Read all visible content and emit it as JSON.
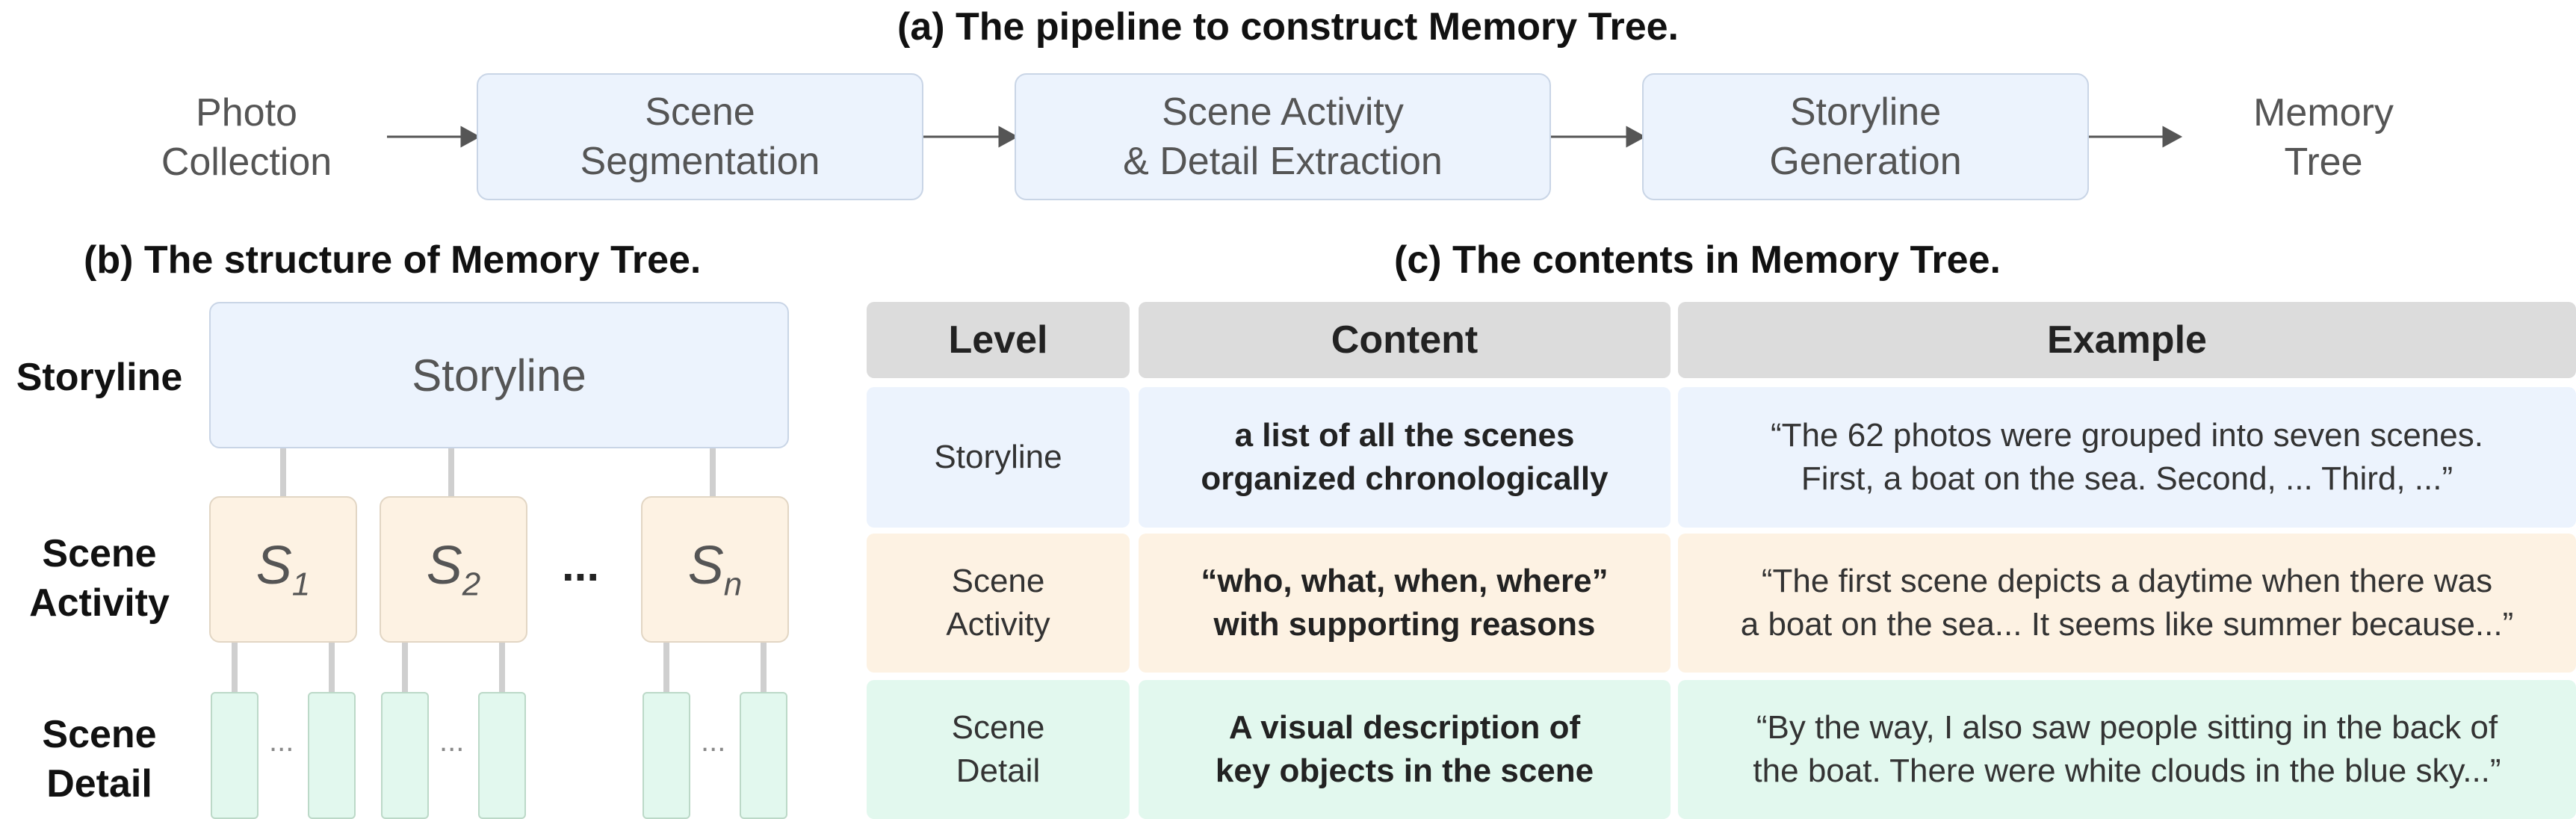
{
  "titles": {
    "a": "(a) The pipeline to construct Memory Tree.",
    "b": "(b) The structure of Memory Tree.",
    "c": "(c) The contents in Memory Tree."
  },
  "pipeline": {
    "start": "Photo\nCollection",
    "steps": [
      "Scene\nSegmentation",
      "Scene Activity\n& Detail Extraction",
      "Storyline\nGeneration"
    ],
    "end": "Memory\nTree"
  },
  "structure": {
    "row_labels": [
      "Storyline",
      "Scene\nActivity",
      "Scene\nDetail"
    ],
    "storyline_box": "Storyline",
    "scenes": [
      {
        "base": "S",
        "sub": "1"
      },
      {
        "base": "S",
        "sub": "2"
      },
      {
        "base": "S",
        "sub": "n"
      }
    ],
    "ellipsis": "...",
    "small_ellipsis": "..."
  },
  "table": {
    "headers": [
      "Level",
      "Content",
      "Example"
    ],
    "rows": [
      {
        "level": "Storyline",
        "content": "a list of all the scenes\norganized chronologically",
        "example": "“The 62 photos were grouped into seven scenes.\nFirst, a boat on the sea. Second, ... Third, ...”",
        "color": "#ecf3fd"
      },
      {
        "level": "Scene\nActivity",
        "content": "“who, what, when, where”\nwith supporting reasons",
        "example": "“The first scene depicts a daytime when there was\na boat on the sea... It seems like summer because...”",
        "color": "#fdf2e3"
      },
      {
        "level": "Scene\nDetail",
        "content": "A visual description of\nkey objects in the scene",
        "example": "“By the way, I also saw people sitting in the back of\nthe boat. There were white clouds in the blue sky...”",
        "color": "#e2f8ee"
      }
    ]
  },
  "colors": {
    "storyline": "#ecf3fd",
    "scene_activity": "#fdf2e3",
    "scene_detail": "#e2f8ee",
    "header": "#dcdcdc"
  }
}
